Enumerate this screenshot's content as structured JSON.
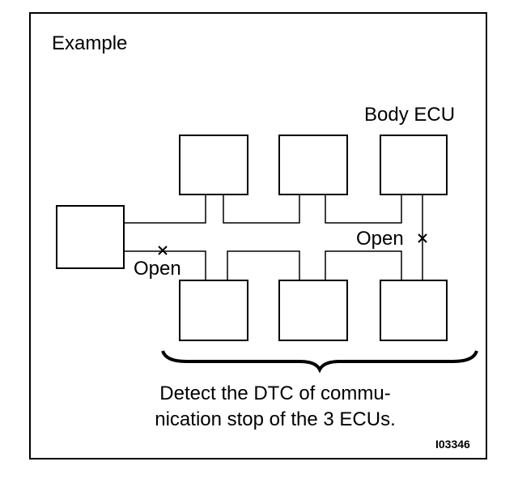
{
  "figure": {
    "title": "Example",
    "body_ecu_label": "Body ECU",
    "open_label_right": "Open",
    "open_label_left": "Open",
    "caption_line1": "Detect the DTC of commu-",
    "caption_line2": "nication stop of the 3 ECUs.",
    "figure_code": "I03346",
    "ecus_top_count": 3,
    "ecus_bottom_count": 3,
    "ecus_left_count": 1
  }
}
